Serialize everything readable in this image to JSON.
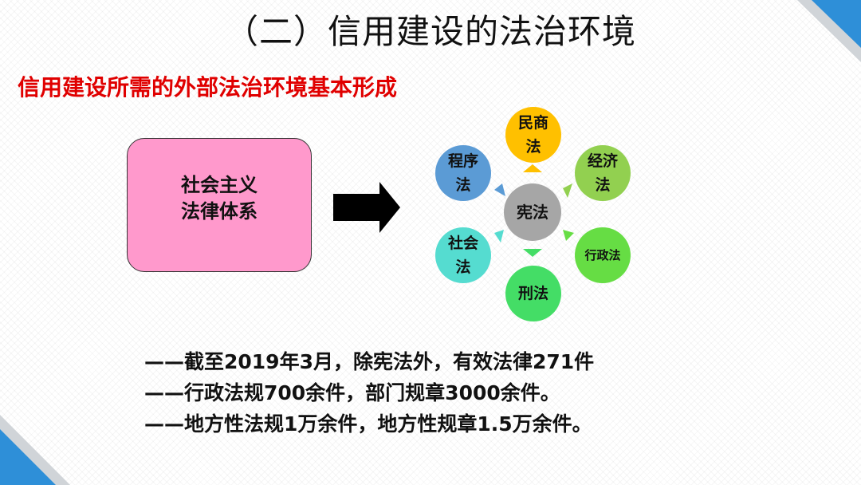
{
  "title": "（二）信用建设的法治环境",
  "subtitle": "信用建设所需的外部法治环境基本形成",
  "source_box": {
    "line1": "社会主义",
    "line2": "法律体系"
  },
  "diagram": {
    "center": "宪法",
    "nodes": [
      {
        "id": "civil-commercial",
        "line1": "民商",
        "line2": "法",
        "color": "#ffc000"
      },
      {
        "id": "economic",
        "line1": "经济",
        "line2": "法",
        "color": "#92d050"
      },
      {
        "id": "administrative",
        "line1": "行政法",
        "line2": "",
        "color": "#66dd44"
      },
      {
        "id": "criminal",
        "line1": "刑法",
        "line2": "",
        "color": "#44dd66"
      },
      {
        "id": "social",
        "line1": "社会",
        "line2": "法",
        "color": "#55dcd0"
      },
      {
        "id": "procedural",
        "line1": "程序",
        "line2": "法",
        "color": "#5b9bd5"
      }
    ],
    "center_color": "#a6a6a6"
  },
  "statements": [
    "——截至2019年3月，除宪法外，有效法律271件",
    "——行政法规700余件，部门规章3000余件。",
    "——地方性法规1万余件，地方性规章1.5万余件。"
  ],
  "accent_color": "#2e8fd8"
}
